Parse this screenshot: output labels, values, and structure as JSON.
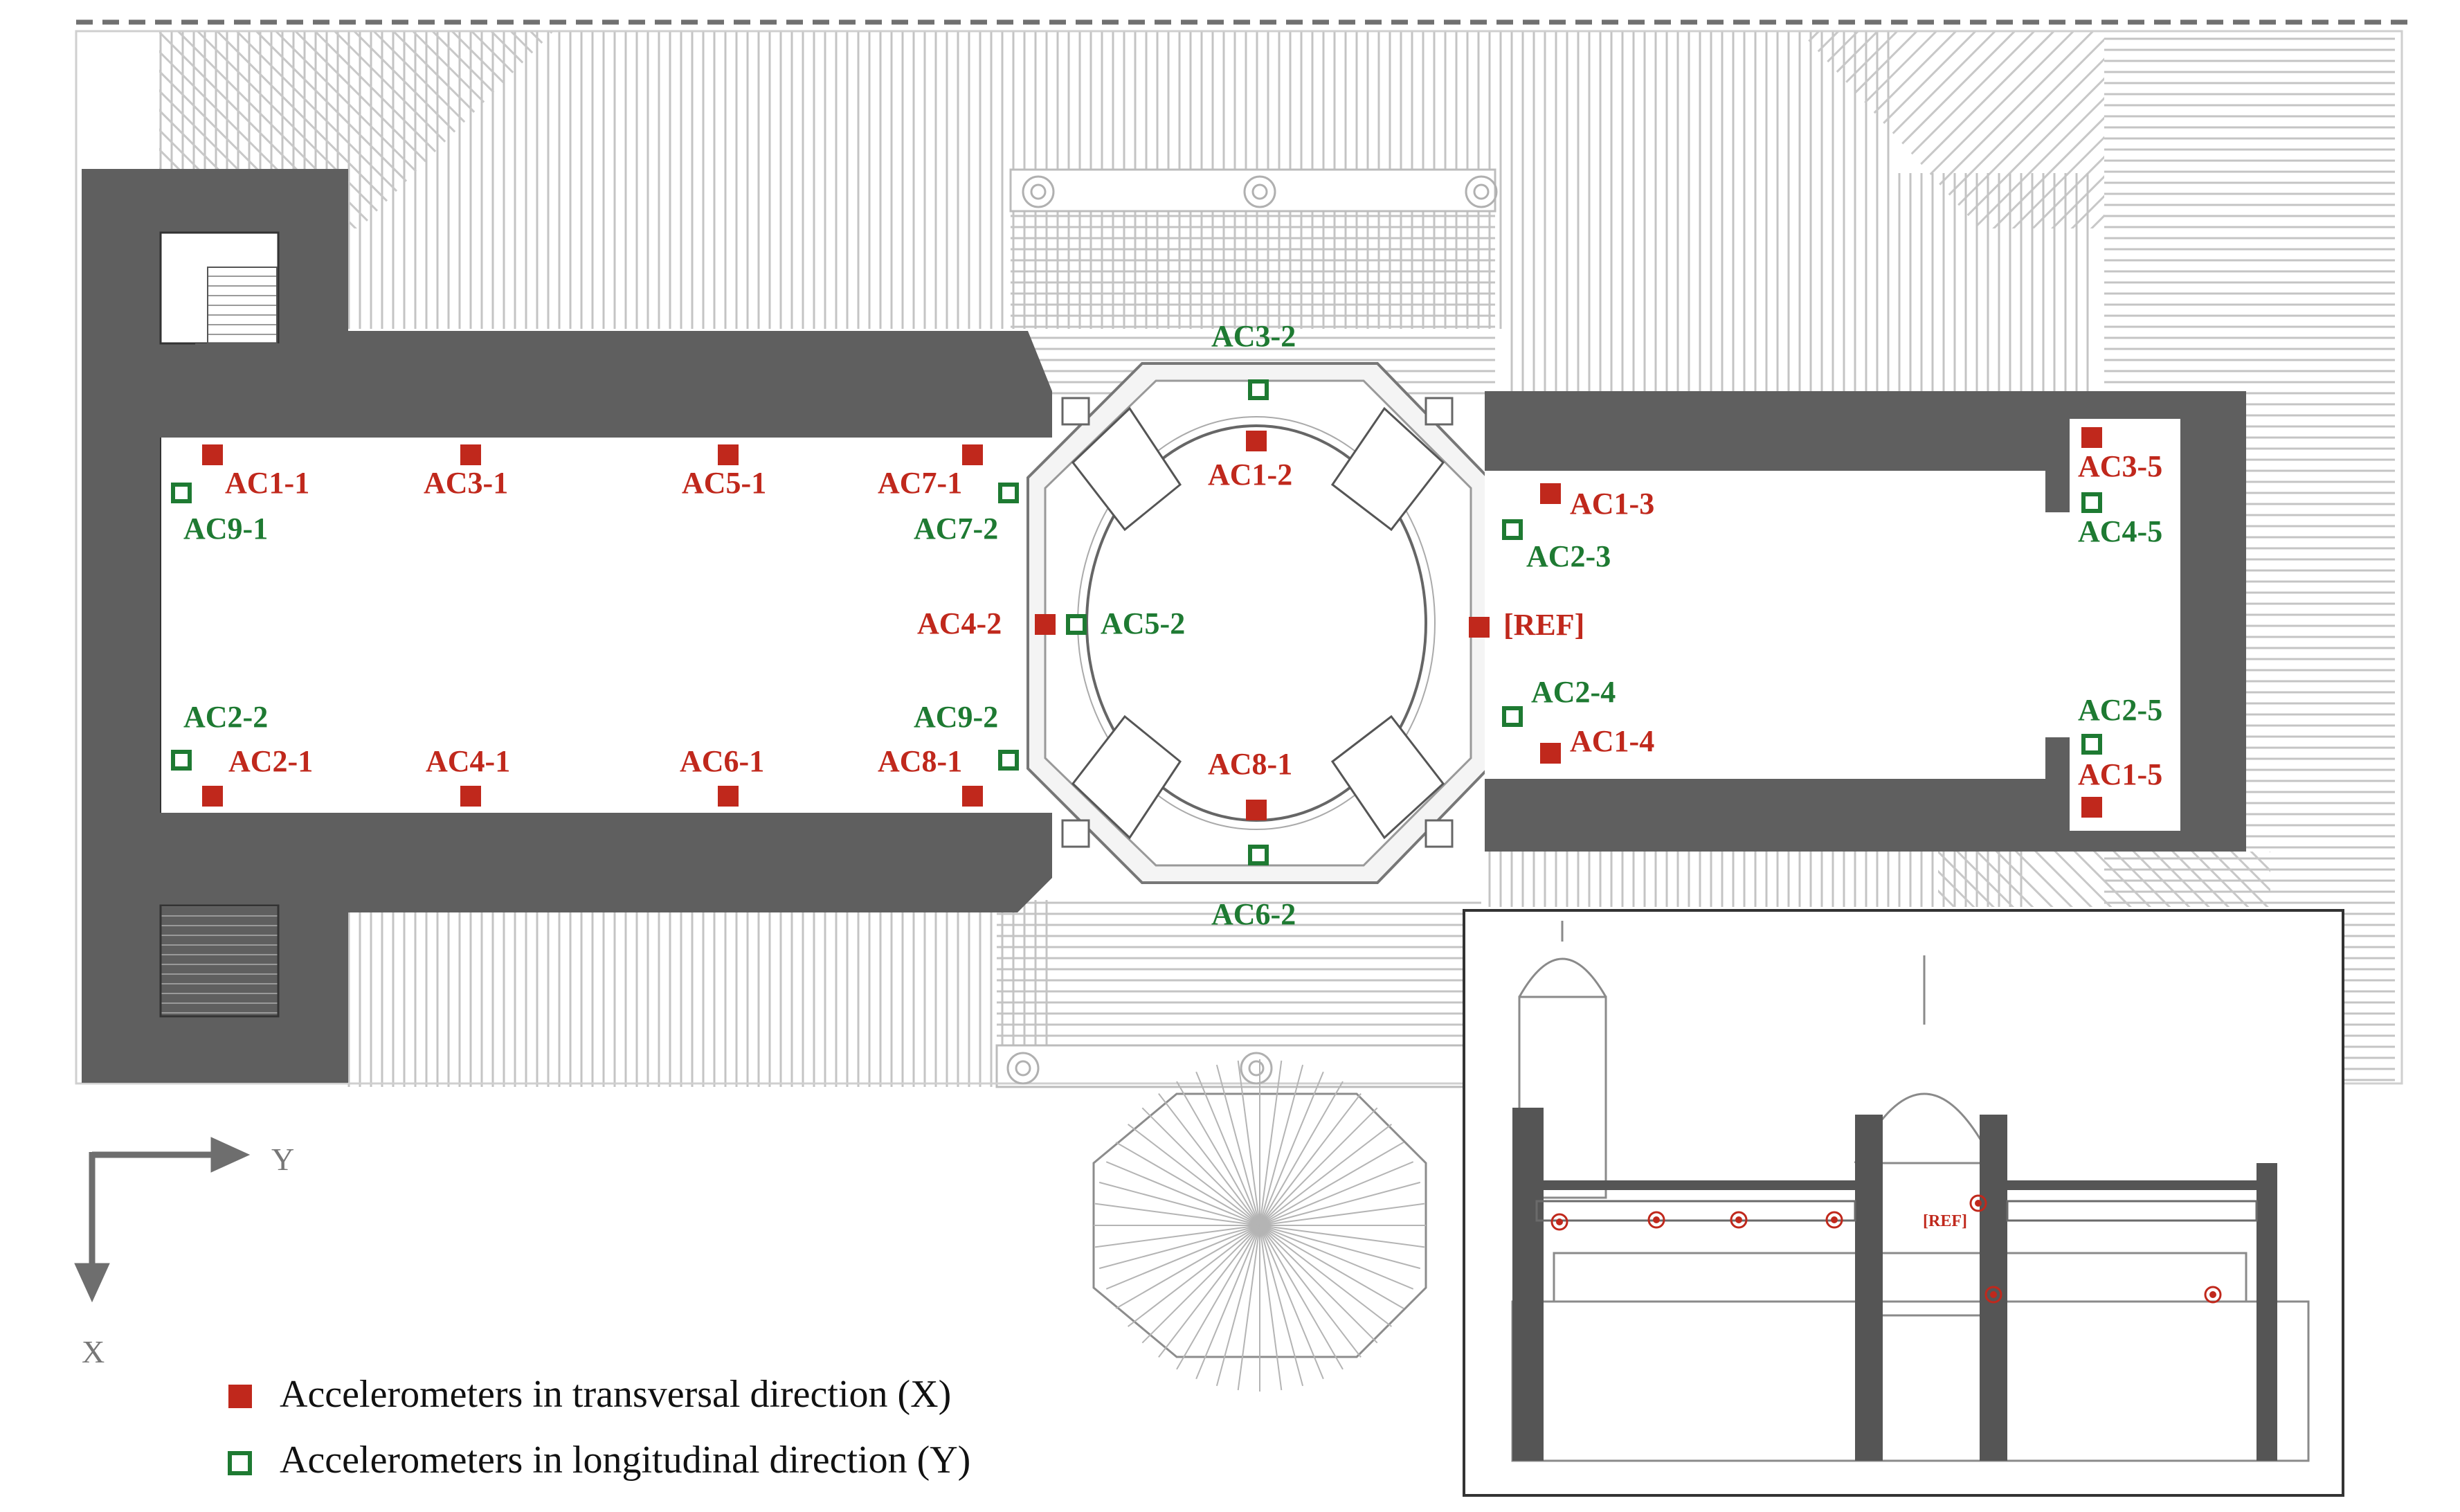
{
  "colors": {
    "transversal": "#c0281c",
    "longitudinal": "#1e7a32",
    "wall": "#5f5f5f",
    "roof_line": "#b9b9b9",
    "axis": "#6e6e6e"
  },
  "axes": {
    "y_label": "Y",
    "x_label": "X"
  },
  "legend": {
    "transversal": "Accelerometers in transversal direction (X)",
    "longitudinal": "Accelerometers in longitudinal direction (Y)"
  },
  "sensors_x": [
    {
      "label": "AC1-1"
    },
    {
      "label": "AC3-1"
    },
    {
      "label": "AC5-1"
    },
    {
      "label": "AC7-1"
    },
    {
      "label": "AC2-1"
    },
    {
      "label": "AC4-1"
    },
    {
      "label": "AC6-1"
    },
    {
      "label": "AC8-1"
    },
    {
      "label": "AC1-2"
    },
    {
      "label": "AC4-2"
    },
    {
      "label": "AC8-1"
    },
    {
      "label": "[REF]"
    },
    {
      "label": "AC1-3"
    },
    {
      "label": "AC1-4"
    },
    {
      "label": "AC3-5"
    },
    {
      "label": "AC1-5"
    }
  ],
  "sensors_y": [
    {
      "label": "AC9-1"
    },
    {
      "label": "AC7-2"
    },
    {
      "label": "AC2-2"
    },
    {
      "label": "AC9-2"
    },
    {
      "label": "AC3-2"
    },
    {
      "label": "AC5-2"
    },
    {
      "label": "AC6-2"
    },
    {
      "label": "AC2-3"
    },
    {
      "label": "AC2-4"
    },
    {
      "label": "AC4-5"
    },
    {
      "label": "AC2-5"
    }
  ],
  "inset": {
    "ref_label": "[REF]"
  }
}
